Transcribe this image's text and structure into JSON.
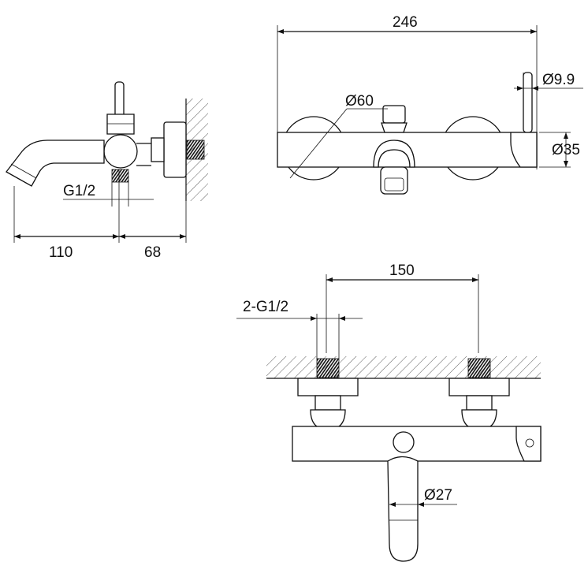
{
  "dimensions": {
    "side_spout_length": "110",
    "side_wall_offset": "68",
    "side_inlet_thread": "G1/2",
    "front_overall_width": "246",
    "front_rosette_diameter": "Ø60",
    "front_lever_diameter": "Ø9.9",
    "front_body_diameter": "Ø35",
    "top_centers": "150",
    "top_inlet_thread": "2-G1/2",
    "top_spout_diameter": "Ø27"
  }
}
